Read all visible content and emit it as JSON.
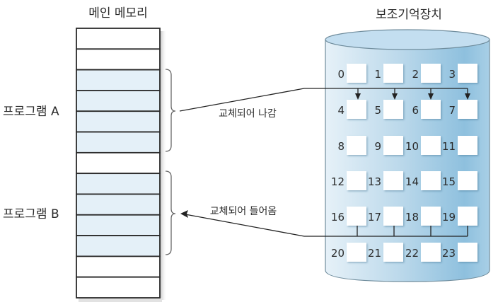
{
  "main_memory": {
    "title": "메인 메모리",
    "row_count": 13,
    "program_a_rows": [
      2,
      3,
      4,
      5
    ],
    "program_b_rows": [
      7,
      8,
      9,
      10
    ]
  },
  "programs": {
    "a_label": "프로그램 A",
    "b_label": "프로그램 B"
  },
  "secondary_storage": {
    "title": "보조기억장치",
    "pages": [
      "0",
      "1",
      "2",
      "3",
      "4",
      "5",
      "6",
      "7",
      "8",
      "9",
      "10",
      "11",
      "12",
      "13",
      "14",
      "15",
      "16",
      "17",
      "18",
      "19",
      "20",
      "21",
      "22",
      "23"
    ]
  },
  "arrows": {
    "swap_out_label": "교체되어 나감",
    "swap_in_label": "교체되어 들어옴",
    "swap_out_target_pages": [
      "4",
      "5",
      "6",
      "7"
    ],
    "swap_in_source_pages": [
      "16",
      "17",
      "18",
      "19"
    ]
  },
  "colors": {
    "program_fill": "#e4f0f8",
    "memory_border": "#2a2a2a",
    "cylinder_light": "#d9ebf5",
    "cylinder_dark": "#8dbfdc",
    "cylinder_top": "#b8d9ec",
    "page_box": "#ffffff"
  }
}
